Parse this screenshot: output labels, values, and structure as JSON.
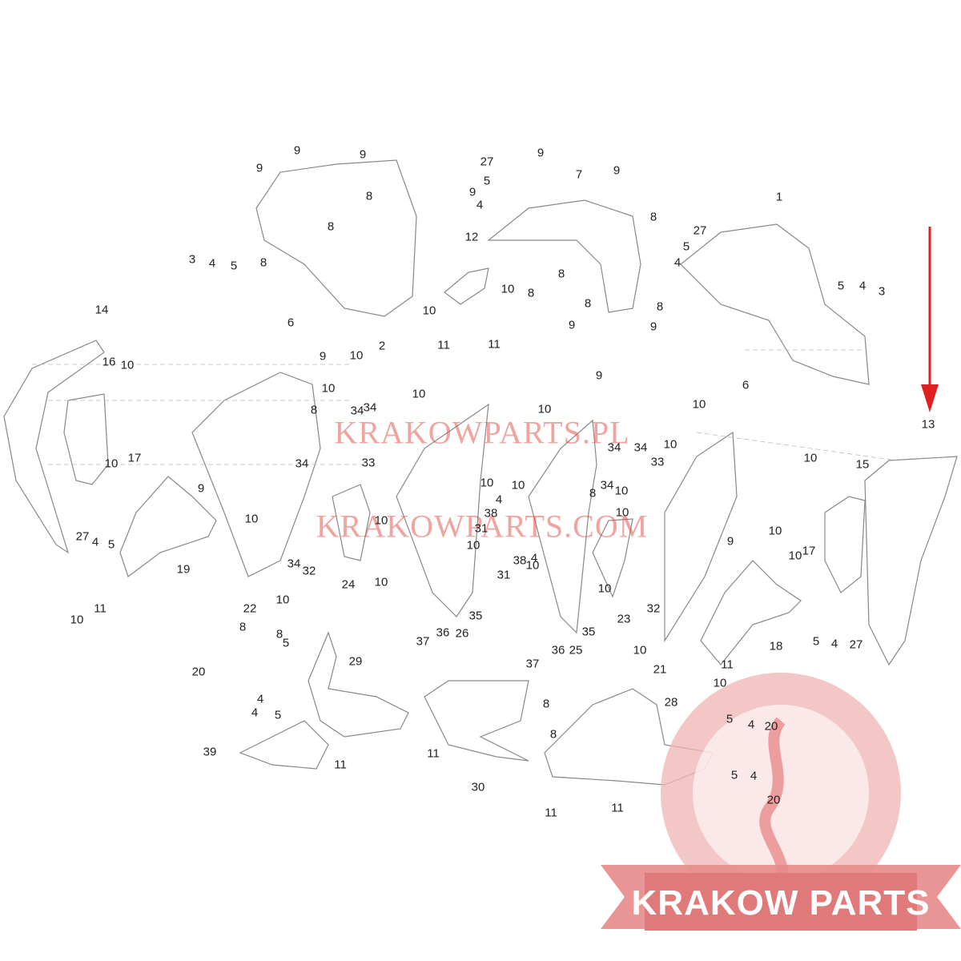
{
  "watermarks": {
    "top": "KRAKOWPARTS.PL",
    "bottom": "KRAKOWPARTS.COM"
  },
  "logo": {
    "text": "KRAKOW PARTS",
    "color": "#e88a8a"
  },
  "indicator_arrow": {
    "color": "#e02020",
    "points_to": "13"
  },
  "callouts": [
    "9",
    "9",
    "9",
    "8",
    "8",
    "3",
    "4",
    "5",
    "8",
    "6",
    "2",
    "27",
    "9",
    "5",
    "9",
    "4",
    "7",
    "9",
    "8",
    "27",
    "5",
    "4",
    "12",
    "10",
    "8",
    "8",
    "10",
    "11",
    "11",
    "8",
    "8",
    "9",
    "9",
    "1",
    "5",
    "4",
    "3",
    "6",
    "14",
    "16",
    "10",
    "10",
    "17",
    "9",
    "27",
    "4",
    "5",
    "19",
    "11",
    "10",
    "9",
    "10",
    "10",
    "8",
    "34",
    "34",
    "33",
    "34",
    "10",
    "10",
    "34",
    "32",
    "24",
    "10",
    "10",
    "22",
    "10",
    "10",
    "9",
    "10",
    "10",
    "4",
    "38",
    "31",
    "10",
    "31",
    "38",
    "4",
    "10",
    "35",
    "26",
    "36",
    "37",
    "34",
    "34",
    "10",
    "33",
    "8",
    "34",
    "10",
    "10",
    "10",
    "23",
    "32",
    "35",
    "25",
    "36",
    "37",
    "10",
    "21",
    "10",
    "10",
    "15",
    "13",
    "10",
    "9",
    "10",
    "17",
    "18",
    "5",
    "4",
    "27",
    "11",
    "10",
    "8",
    "20",
    "8",
    "5",
    "4",
    "4",
    "5",
    "29",
    "39",
    "11",
    "11",
    "30",
    "8",
    "8",
    "28",
    "5",
    "4",
    "20",
    "5",
    "4",
    "20",
    "11",
    "11"
  ]
}
